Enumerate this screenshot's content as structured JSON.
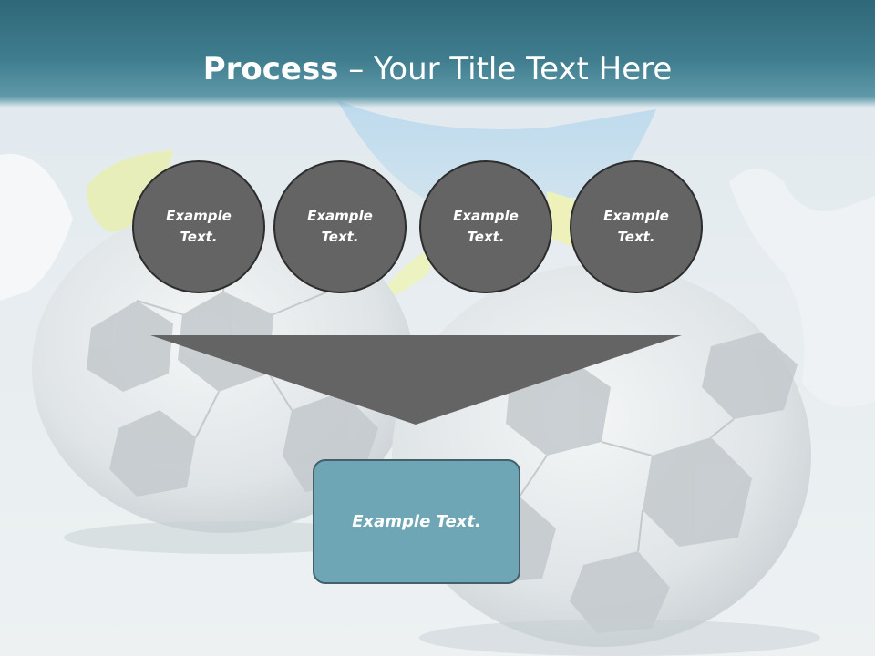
{
  "slide": {
    "title_bold": "Process",
    "title_rest": " – Your Title Text Here",
    "steps": [
      {
        "label": "Example Text."
      },
      {
        "label": "Example Text."
      },
      {
        "label": "Example Text."
      },
      {
        "label": "Example Text."
      }
    ],
    "result_label": "Example Text."
  },
  "colors": {
    "title_bar": "#3f7d8e",
    "circle_fill": "#646464",
    "circle_border": "#2d2d2d",
    "funnel_fill": "#646464",
    "result_fill": "#6fa6b6",
    "result_border": "#43606b",
    "text": "#ffffff"
  },
  "icons": {
    "background": "soccer-balls-illustration"
  }
}
